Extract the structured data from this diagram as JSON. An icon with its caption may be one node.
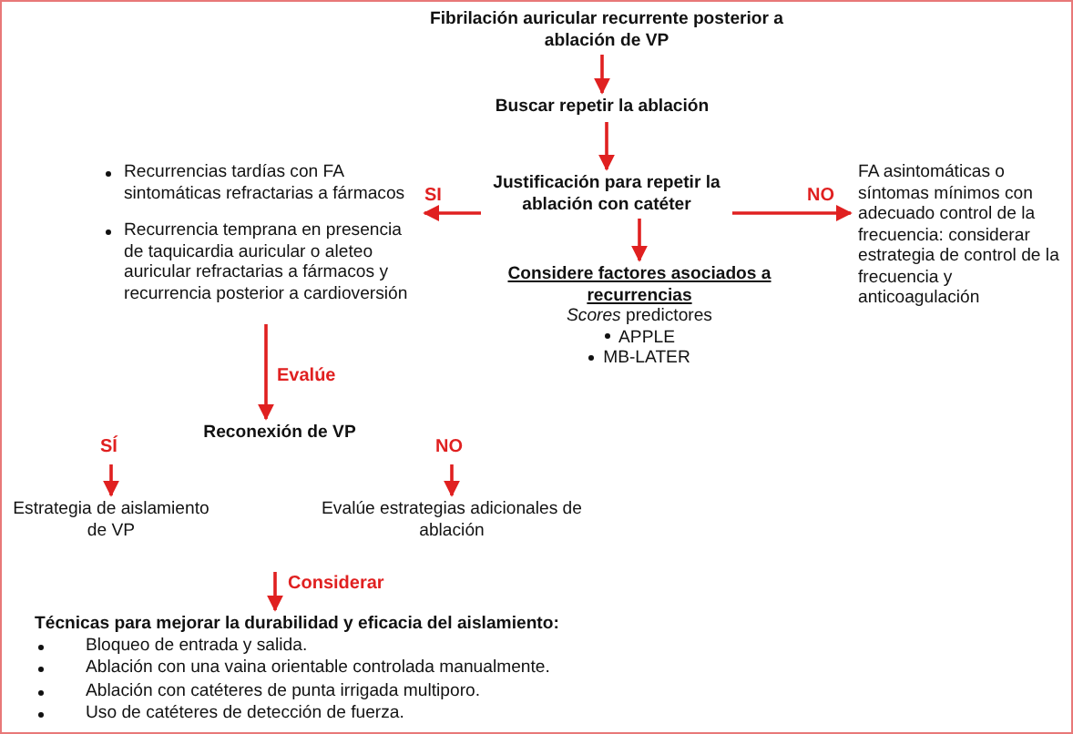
{
  "diagram": {
    "nodes": [
      {
        "text": [
          "Fibrilación auricular recurrente posterior a ablación de VP"
        ]
      },
      {
        "text": [
          "Buscar repetir la ablación"
        ]
      },
      {
        "text": [
          "Justificación para repetir la ablación con catéter"
        ]
      },
      {
        "text": [
          "Recurrencias tardías con FA sintomáticas refractarias a fármacos",
          "Recurrencia temprana en presencia de taquicardia auricular o aleteo auricular refractarias a fármacos y recurrencia posterior a cardioversión"
        ]
      },
      {
        "text": [
          "FA asintomáticas o síntomas mínimos con adecuado control de la frecuencia: considerar estrategia de control de la frecuencia y anticoagulación"
        ]
      },
      {
        "text": [
          "Considere factores asociados a recurrencias",
          "*Scores* predictores",
          "APPLE",
          "MB-LATER"
        ]
      },
      {
        "text": [
          "Reconexión de VP"
        ]
      },
      {
        "text": [
          "Estrategia de aislamiento de VP"
        ]
      },
      {
        "text": [
          "Evalúe estrategias adicionales de ablación"
        ]
      },
      {
        "text": [
          "Técnicas para mejorar la durabilidad y eficacia del aislamiento:",
          "Bloqueo de entrada y salida.",
          "Ablación con una vaina orientable controlada manualmente.",
          "Ablación con catéteres de punta irrigada multiporo.",
          "Uso de catéteres de detección de fuerza."
        ]
      }
    ],
    "edges": [
      {
        "from": 0,
        "to": 1,
        "arrow": "to"
      },
      {
        "from": 1,
        "to": 2,
        "arrow": "to"
      },
      {
        "from": 2,
        "to": 3,
        "arrow": "to",
        "label": "SI"
      },
      {
        "from": 2,
        "to": 4,
        "arrow": "to",
        "label": "NO"
      },
      {
        "from": 2,
        "to": 5,
        "arrow": "to"
      },
      {
        "from": 3,
        "to": 6,
        "arrow": "to",
        "label": "Evalúe"
      },
      {
        "from": null,
        "to": 7,
        "arrow": "to",
        "label": "SÍ"
      },
      {
        "from": null,
        "to": 8,
        "arrow": "to",
        "label": "NO"
      },
      {
        "from": null,
        "to": 9,
        "arrow": "to",
        "label": "Considerar"
      }
    ]
  }
}
